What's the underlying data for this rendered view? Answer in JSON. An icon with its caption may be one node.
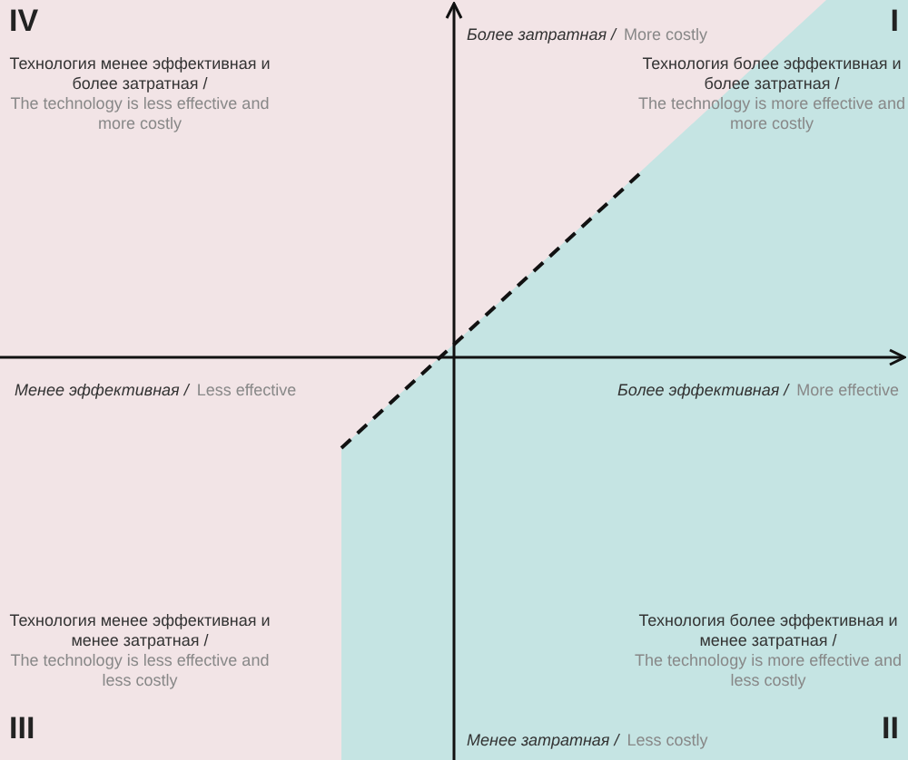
{
  "diagram": {
    "labels": [
      "IV",
      "Технология менее эффективная и более затратная /",
      "The technology is less effective and more costly",
      "Более затратная /",
      "More costly",
      "I",
      "Технология более эффективная и более затратная /",
      "The technology is more effective and more costly",
      "Менее эффективная /",
      "Less effective",
      "Более эффективная /",
      "More effective",
      "III",
      "Технология менее эффективная и менее затратная /",
      "The technology is less effective and less costly",
      "Менее затратная /",
      "Less costly",
      "II",
      "Технология более эффективная и менее затратная /",
      "The technology is more effective and less costly"
    ]
  }
}
